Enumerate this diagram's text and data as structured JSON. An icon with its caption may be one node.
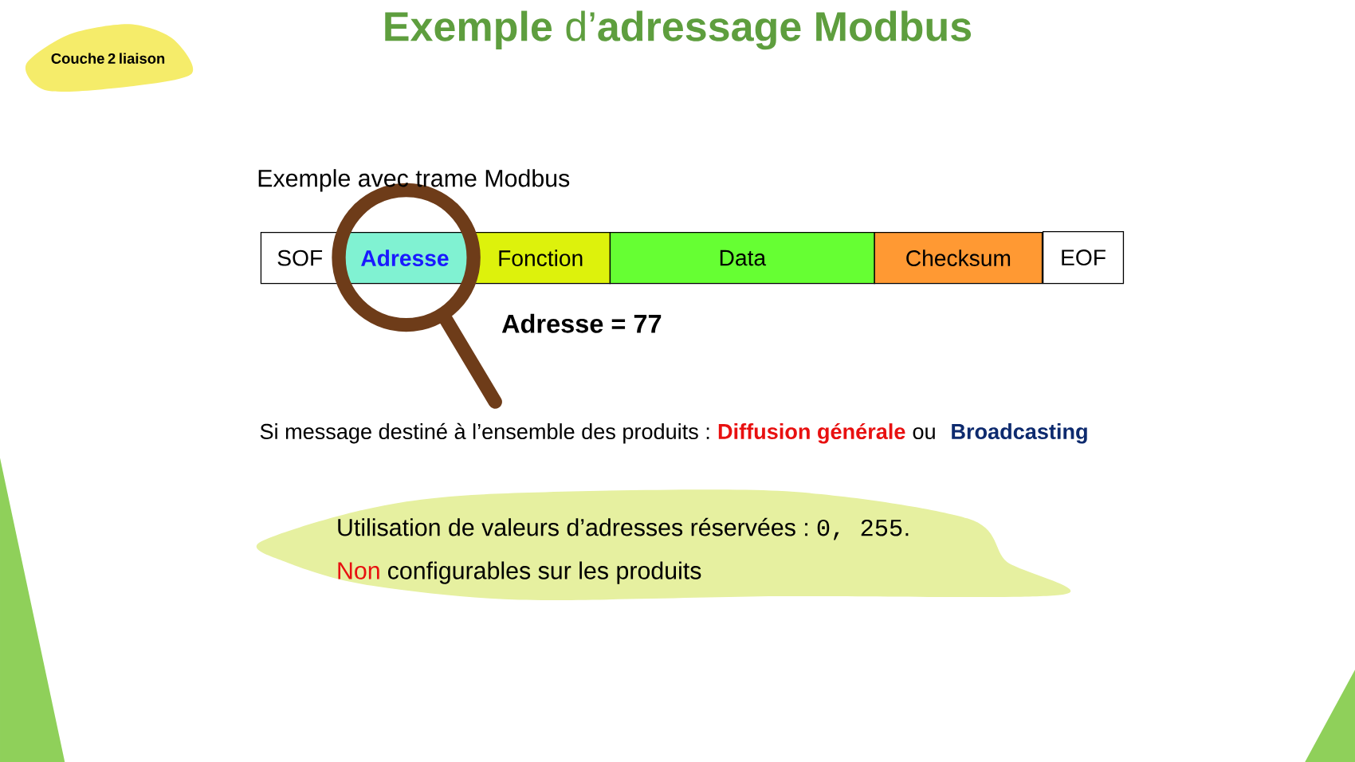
{
  "diagram": {
    "title": "**Exemple** d’**adressage Modbus**",
    "nodes": [
      {
        "text": [
          "Couche 2 liaison"
        ]
      },
      {
        "text": [
          "SOF"
        ]
      },
      {
        "text": [
          "Adresse"
        ]
      },
      {
        "text": [
          "Fonction"
        ]
      },
      {
        "text": [
          "Data"
        ]
      },
      {
        "text": [
          "Checksum"
        ]
      },
      {
        "text": [
          "EOF"
        ]
      }
    ],
    "labels": [
      "Exemple avec trame Modbus",
      "Adresse = 77",
      "Si message destiné à l’ensemble des produits :",
      "Diffusion générale",
      "ou",
      "Broadcasting",
      "Utilisation de valeurs d’adresses réservées :",
      "0, 255",
      ".",
      "Non",
      "configurables sur les produits"
    ]
  }
}
